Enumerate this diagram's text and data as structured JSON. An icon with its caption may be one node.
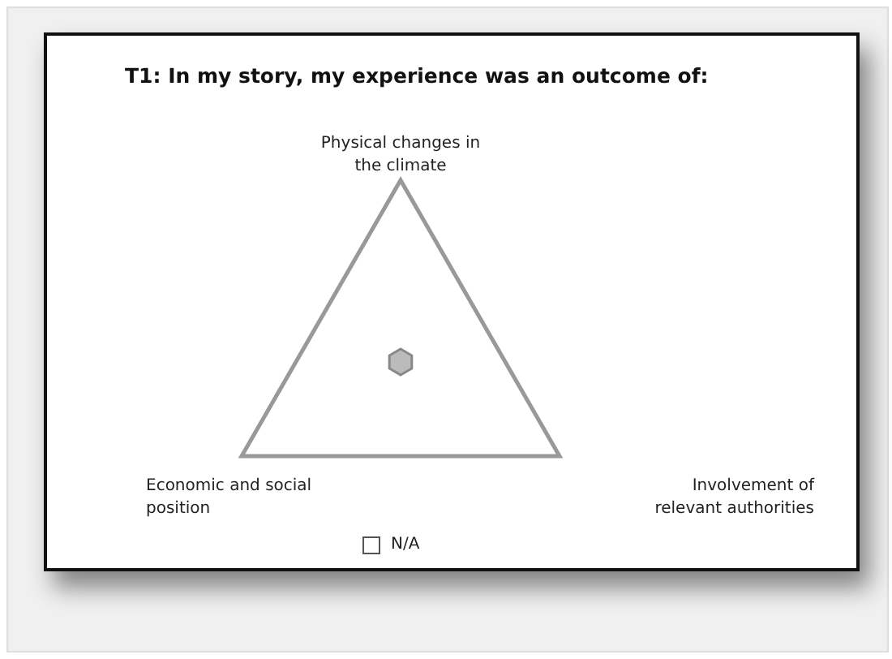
{
  "diagram": {
    "title": "T1: In my story, my experience was an outcome of:",
    "labels": [
      "Physical changes in the climate",
      "Economic and social position",
      "Involvement of relevant authorities",
      "N/A"
    ]
  }
}
